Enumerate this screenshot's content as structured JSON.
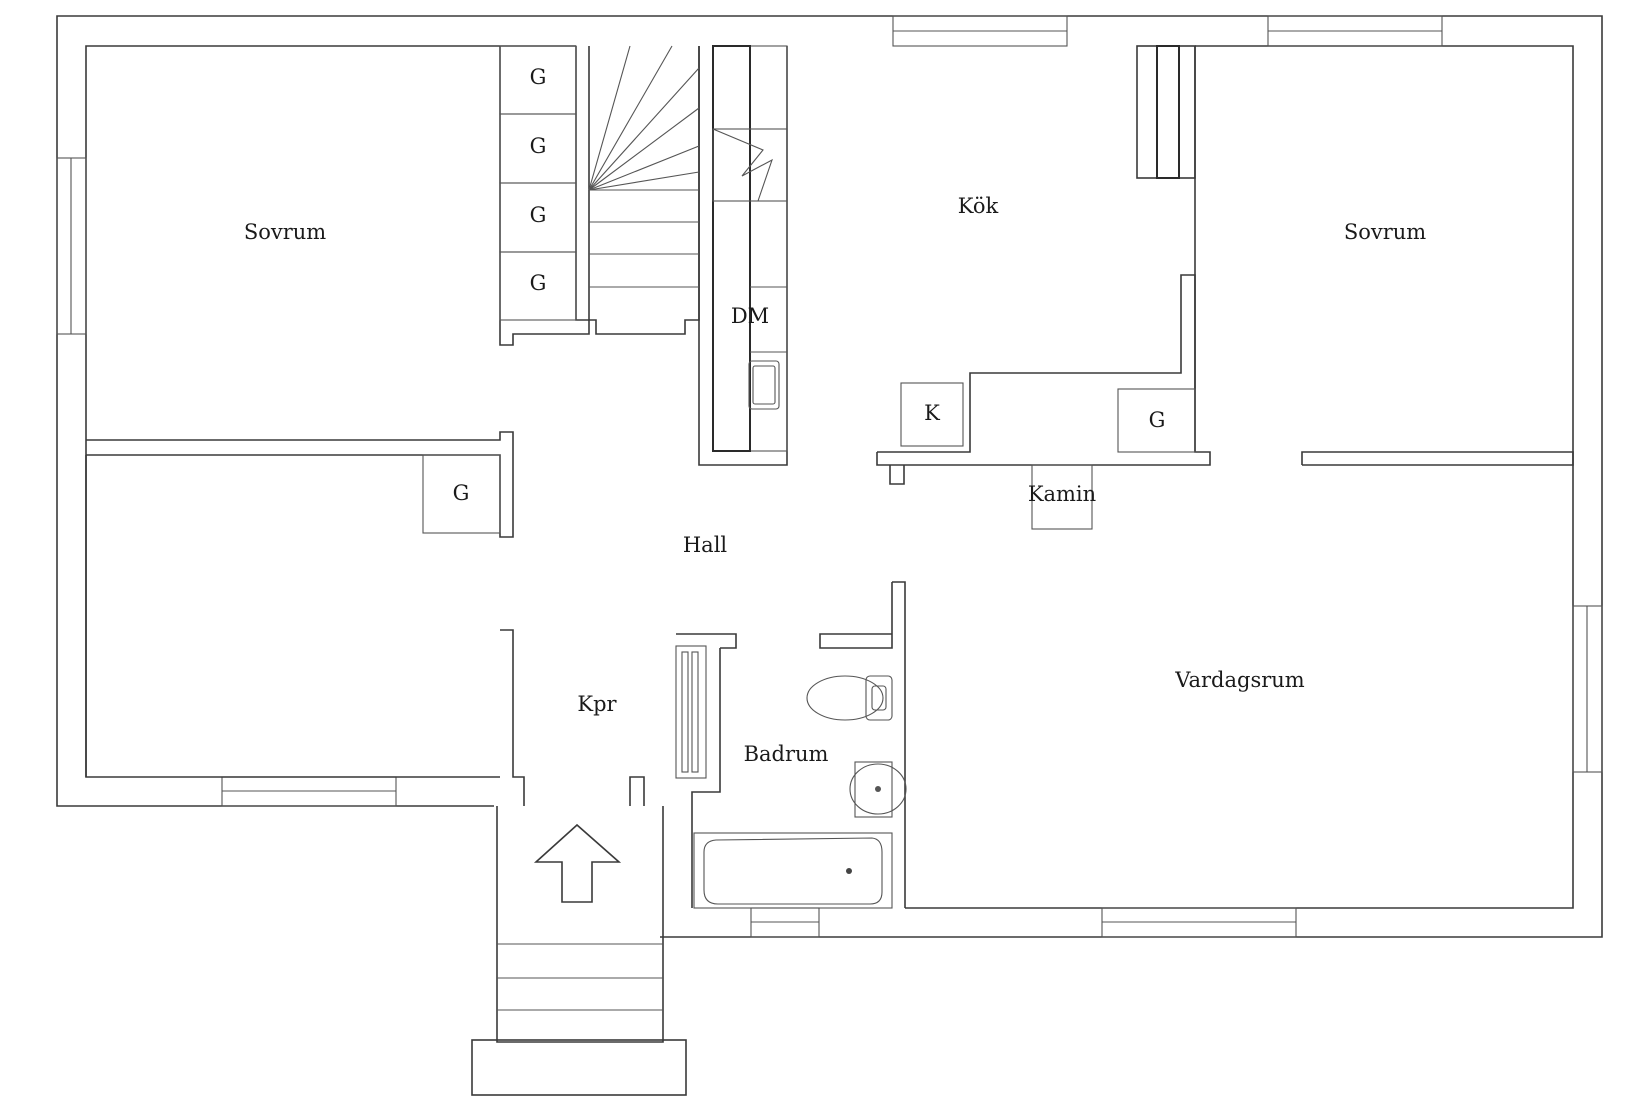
{
  "rooms": {
    "sovrum_left": "Sovrum",
    "sovrum_right": "Sovrum",
    "kok": "Kök",
    "hall": "Hall",
    "kpr": "Kpr",
    "badrum": "Badrum",
    "vardagsrum": "Vardagsrum",
    "kamin": "Kamin"
  },
  "fixtures": {
    "wardrobe": "G",
    "dishwasher": "DM",
    "fridge": "K"
  },
  "colors": {
    "line": "#3a3a3a",
    "background": "#ffffff"
  }
}
